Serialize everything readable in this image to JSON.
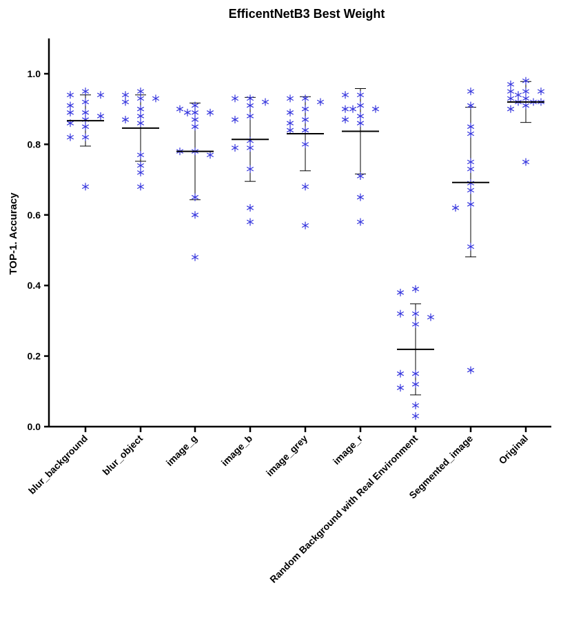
{
  "chart_data": {
    "type": "scatter",
    "title": "EfficentNetB3 Best Weight",
    "xlabel": "",
    "ylabel": "TOP-1. Accuracy",
    "ylim": [
      0,
      1.1
    ],
    "yticks": [
      0.0,
      0.2,
      0.4,
      0.6,
      0.8,
      1.0
    ],
    "ytick_labels": [
      "0.0",
      "0.2",
      "0.4",
      "0.6",
      "0.8",
      "1.0"
    ],
    "grid": false,
    "marker": "asterisk",
    "point_color": "#3333dd",
    "line_color": "#000000",
    "categories": [
      "blur_background",
      "blur_object",
      "image_g",
      "image_b",
      "image_grey",
      "image_r",
      "Random Background with Real Environment",
      "Segmented_image",
      "Original"
    ],
    "series": [
      {
        "category": "blur_background",
        "points": [
          0.95,
          0.94,
          0.94,
          0.92,
          0.91,
          0.89,
          0.89,
          0.88,
          0.87,
          0.86,
          0.85,
          0.82,
          0.82,
          0.68
        ],
        "mean": 0.867,
        "sd_upper": 0.94,
        "sd_lower": 0.795
      },
      {
        "category": "blur_object",
        "points": [
          0.95,
          0.94,
          0.93,
          0.93,
          0.92,
          0.9,
          0.88,
          0.87,
          0.86,
          0.77,
          0.74,
          0.72,
          0.68
        ],
        "mean": 0.846,
        "sd_upper": 0.94,
        "sd_lower": 0.752
      },
      {
        "category": "image_g",
        "points": [
          0.91,
          0.9,
          0.89,
          0.89,
          0.89,
          0.87,
          0.85,
          0.78,
          0.78,
          0.77,
          0.65,
          0.6,
          0.48
        ],
        "mean": 0.78,
        "sd_upper": 0.917,
        "sd_lower": 0.643
      },
      {
        "category": "image_b",
        "points": [
          0.93,
          0.93,
          0.92,
          0.91,
          0.88,
          0.87,
          0.81,
          0.79,
          0.79,
          0.73,
          0.62,
          0.58
        ],
        "mean": 0.814,
        "sd_upper": 0.933,
        "sd_lower": 0.695
      },
      {
        "category": "image_grey",
        "points": [
          0.93,
          0.93,
          0.92,
          0.9,
          0.89,
          0.87,
          0.86,
          0.84,
          0.84,
          0.8,
          0.68,
          0.57
        ],
        "mean": 0.83,
        "sd_upper": 0.935,
        "sd_lower": 0.725
      },
      {
        "category": "image_r",
        "points": [
          0.94,
          0.94,
          0.91,
          0.9,
          0.9,
          0.9,
          0.88,
          0.87,
          0.86,
          0.71,
          0.65,
          0.58
        ],
        "mean": 0.837,
        "sd_upper": 0.958,
        "sd_lower": 0.716
      },
      {
        "category": "Random Background with Real Environment",
        "points": [
          0.39,
          0.38,
          0.32,
          0.32,
          0.31,
          0.29,
          0.15,
          0.15,
          0.12,
          0.11,
          0.06,
          0.03
        ],
        "mean": 0.219,
        "sd_upper": 0.348,
        "sd_lower": 0.09
      },
      {
        "category": "Segmented_image",
        "points": [
          0.95,
          0.91,
          0.85,
          0.83,
          0.75,
          0.73,
          0.69,
          0.67,
          0.63,
          0.62,
          0.51,
          0.16
        ],
        "mean": 0.692,
        "sd_upper": 0.905,
        "sd_lower": 0.481
      },
      {
        "category": "Original",
        "points": [
          0.98,
          0.97,
          0.95,
          0.95,
          0.95,
          0.94,
          0.93,
          0.93,
          0.92,
          0.92,
          0.92,
          0.91,
          0.9,
          0.75
        ],
        "mean": 0.92,
        "sd_upper": 0.978,
        "sd_lower": 0.862
      }
    ]
  }
}
